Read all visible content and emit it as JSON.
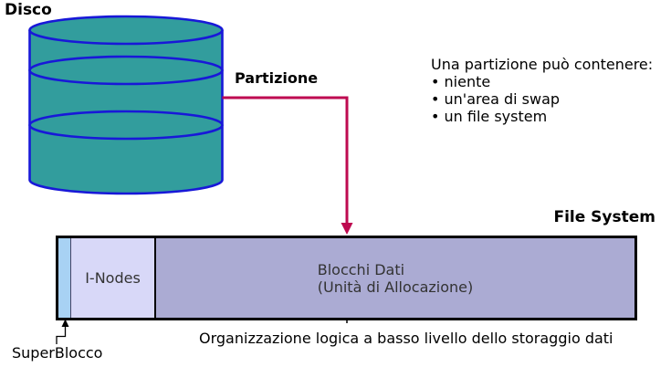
{
  "diagram": {
    "disk_label": "Disco",
    "partition_label": "Partizione",
    "info": {
      "title": "Una partizione può contenere:",
      "items": [
        "• niente",
        "• un'area di swap",
        "• un file system"
      ]
    },
    "filesystem": {
      "label": "File System",
      "superblocco_label": "SuperBlocco",
      "inodes_label": "I-Nodes",
      "blocchi_label_line1": "Blocchi Dati",
      "blocchi_label_line2": "(Unità di Allocazione)"
    },
    "caption": "Organizzazione logica a basso livello dello storaggio dati"
  },
  "colors": {
    "disk-fill": "#329d9d",
    "disk-stroke": "#1818d8",
    "arrow": "#be0a50",
    "superblocco-fill": "#a8d2f4",
    "inodes-fill": "#d8d8f8",
    "blocchi-fill": "#ababd3",
    "bar-border": "#000000",
    "bar-text": "#333333"
  }
}
